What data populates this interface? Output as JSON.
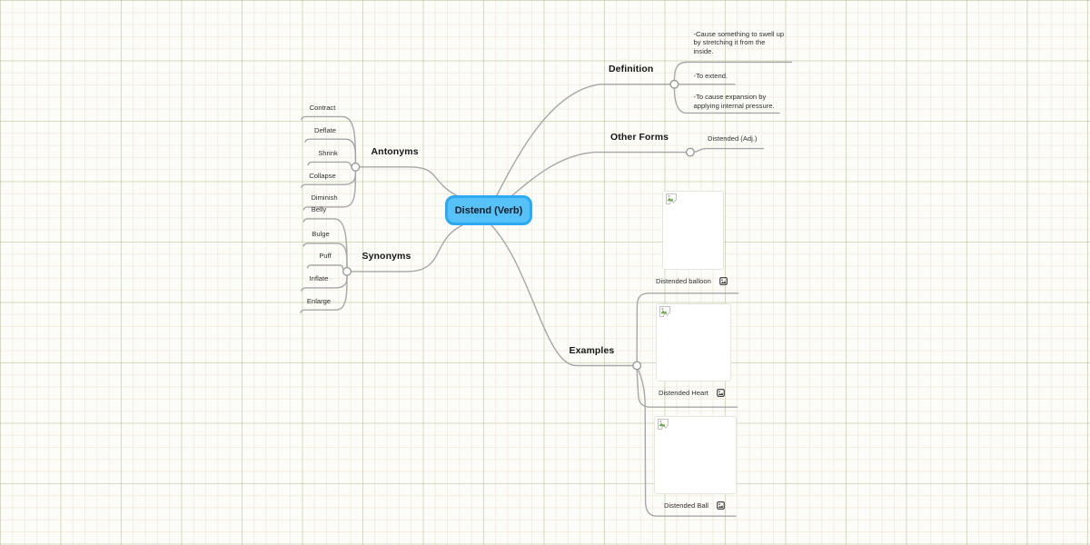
{
  "root": {
    "label": "Distend (Verb)"
  },
  "branches": {
    "definition": {
      "label": "Definition",
      "children": [
        {
          "label": "-Cause something to swell up\nby stretching it from the\ninside."
        },
        {
          "label": "-To extend."
        },
        {
          "label": "-To cause expansion by\napplying internal pressure."
        }
      ]
    },
    "other_forms": {
      "label": "Other Forms",
      "children": [
        {
          "label": "Distended (Adj.)"
        }
      ]
    },
    "antonyms": {
      "label": "Antonyms",
      "children": [
        {
          "label": "Contract"
        },
        {
          "label": "Deflate"
        },
        {
          "label": "Shrink"
        },
        {
          "label": "Collapse"
        },
        {
          "label": "Diminish"
        }
      ]
    },
    "synonyms": {
      "label": "Synonyms",
      "children": [
        {
          "label": "Belly"
        },
        {
          "label": "Bulge"
        },
        {
          "label": "Puff"
        },
        {
          "label": "Inflate"
        },
        {
          "label": "Enlarge"
        }
      ]
    },
    "examples": {
      "label": "Examples",
      "children": [
        {
          "label": "Distended balloon",
          "icon": "image-icon"
        },
        {
          "label": "Distended Heart",
          "icon": "image-icon"
        },
        {
          "label": "Distended Ball",
          "icon": "image-icon"
        }
      ]
    }
  },
  "colors": {
    "root_fill": "#57C2F8",
    "root_border": "#2BA9F5",
    "connector": "#A7A7A7"
  }
}
